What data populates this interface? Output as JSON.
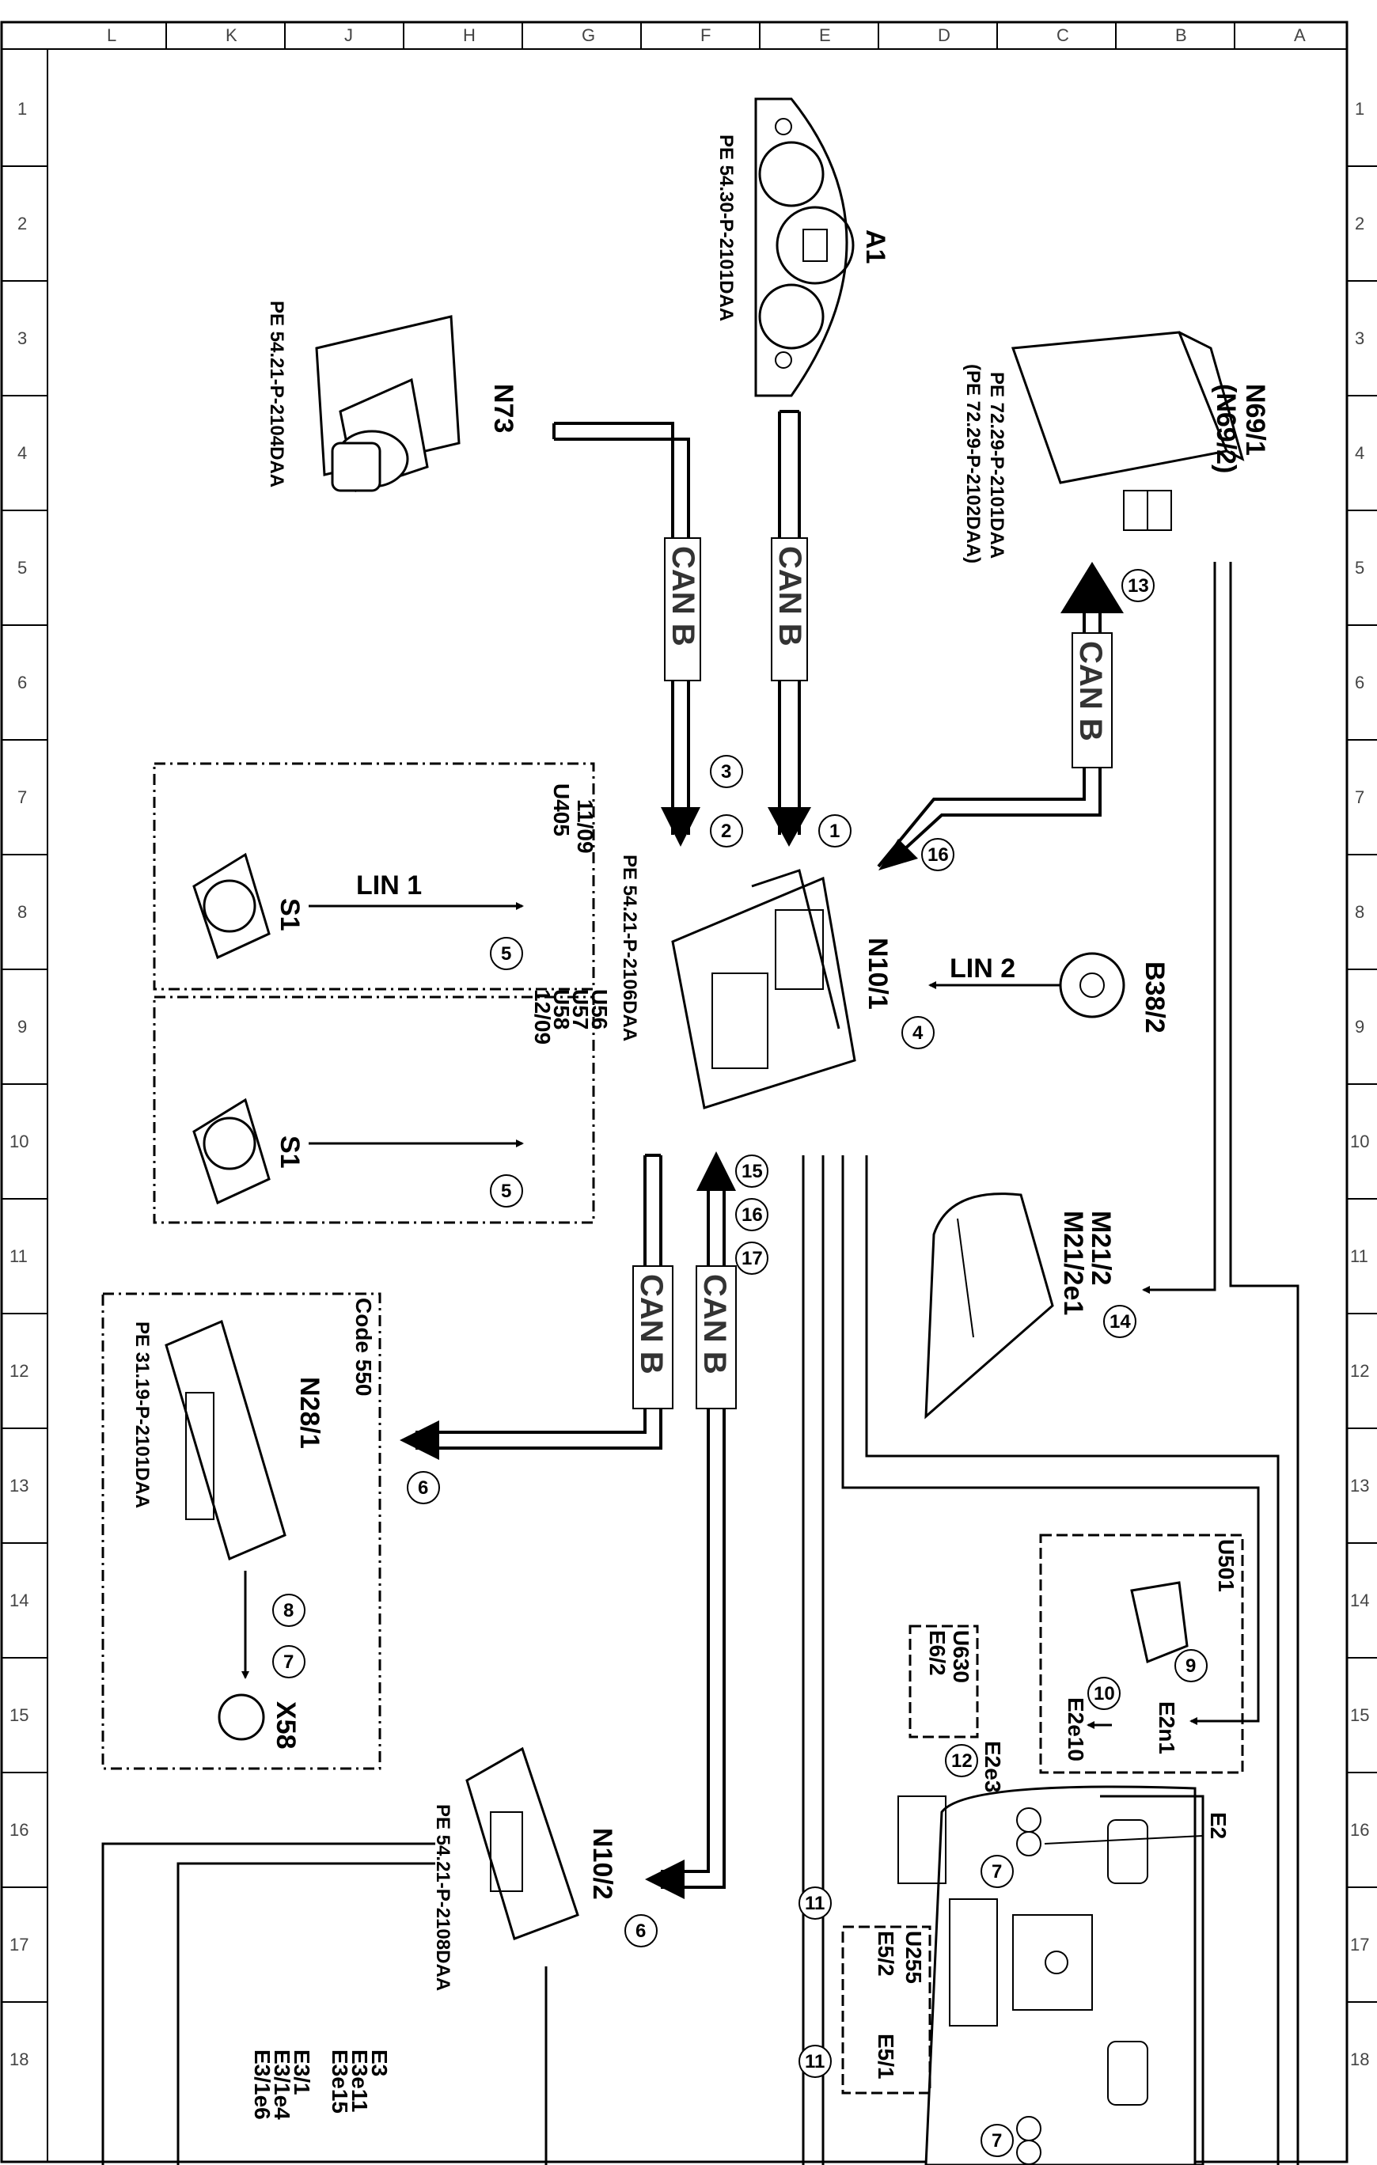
{
  "grid": {
    "columns": [
      "L",
      "K",
      "J",
      "H",
      "G",
      "F",
      "E",
      "D",
      "C",
      "B",
      "A"
    ],
    "rows": [
      "1",
      "2",
      "3",
      "4",
      "5",
      "6",
      "7",
      "8",
      "9",
      "10",
      "11",
      "12",
      "13",
      "14",
      "15",
      "16",
      "17",
      "18"
    ]
  },
  "components": {
    "a1": "A1",
    "a1_ref": "PE 54.30-P-2101DAA",
    "n73": "N73",
    "n73_ref": "PE 54.21-P-2104DAA",
    "n69": "N69/1",
    "n69b": "(N69/2)",
    "n69_ref1": "PE 72.29-P-2101DAA",
    "n69_ref2": "(PE 72.29-P-2102DAA)",
    "n10_1": "N10/1",
    "n10_1_ref": "PE 54.21-P-2106DAA",
    "b38": "B38/2",
    "m21": "M21/2",
    "m21e": "M21/2e1",
    "u405": "U405",
    "u405_date": "11/09",
    "u56": "U56",
    "u57": "U57",
    "u58": "U58",
    "u56_date": "12/09",
    "s1a": "S1",
    "s1b": "S1",
    "code550": "Code 550",
    "n28": "N28/1",
    "n28_ref": "PE 31.19-P-2101DAA",
    "x58": "X58",
    "n10_2": "N10/2",
    "n10_2_ref": "PE 54.21-P-2108DAA",
    "u501": "U501",
    "e2n1": "E2n1",
    "e2e10": "E2e10",
    "u630": "U630",
    "e6_2": "E6/2",
    "e2e3": "E2e3",
    "e2": "E2",
    "u255": "U255",
    "e5_2": "E5/2",
    "e5_1": "E5/1",
    "e3_list": [
      "E3",
      "E3e11",
      "E3e15",
      "E3/1",
      "E3/1e4",
      "E3/1e6"
    ]
  },
  "buses": {
    "can": "CAN B",
    "lin1": "LIN  1",
    "lin2": "LIN  2"
  },
  "callouts": [
    "1",
    "2",
    "3",
    "4",
    "5",
    "5",
    "6",
    "6",
    "7",
    "8",
    "9",
    "10",
    "11",
    "11",
    "12",
    "13",
    "14",
    "15",
    "16",
    "16",
    "17",
    "7",
    "7"
  ]
}
